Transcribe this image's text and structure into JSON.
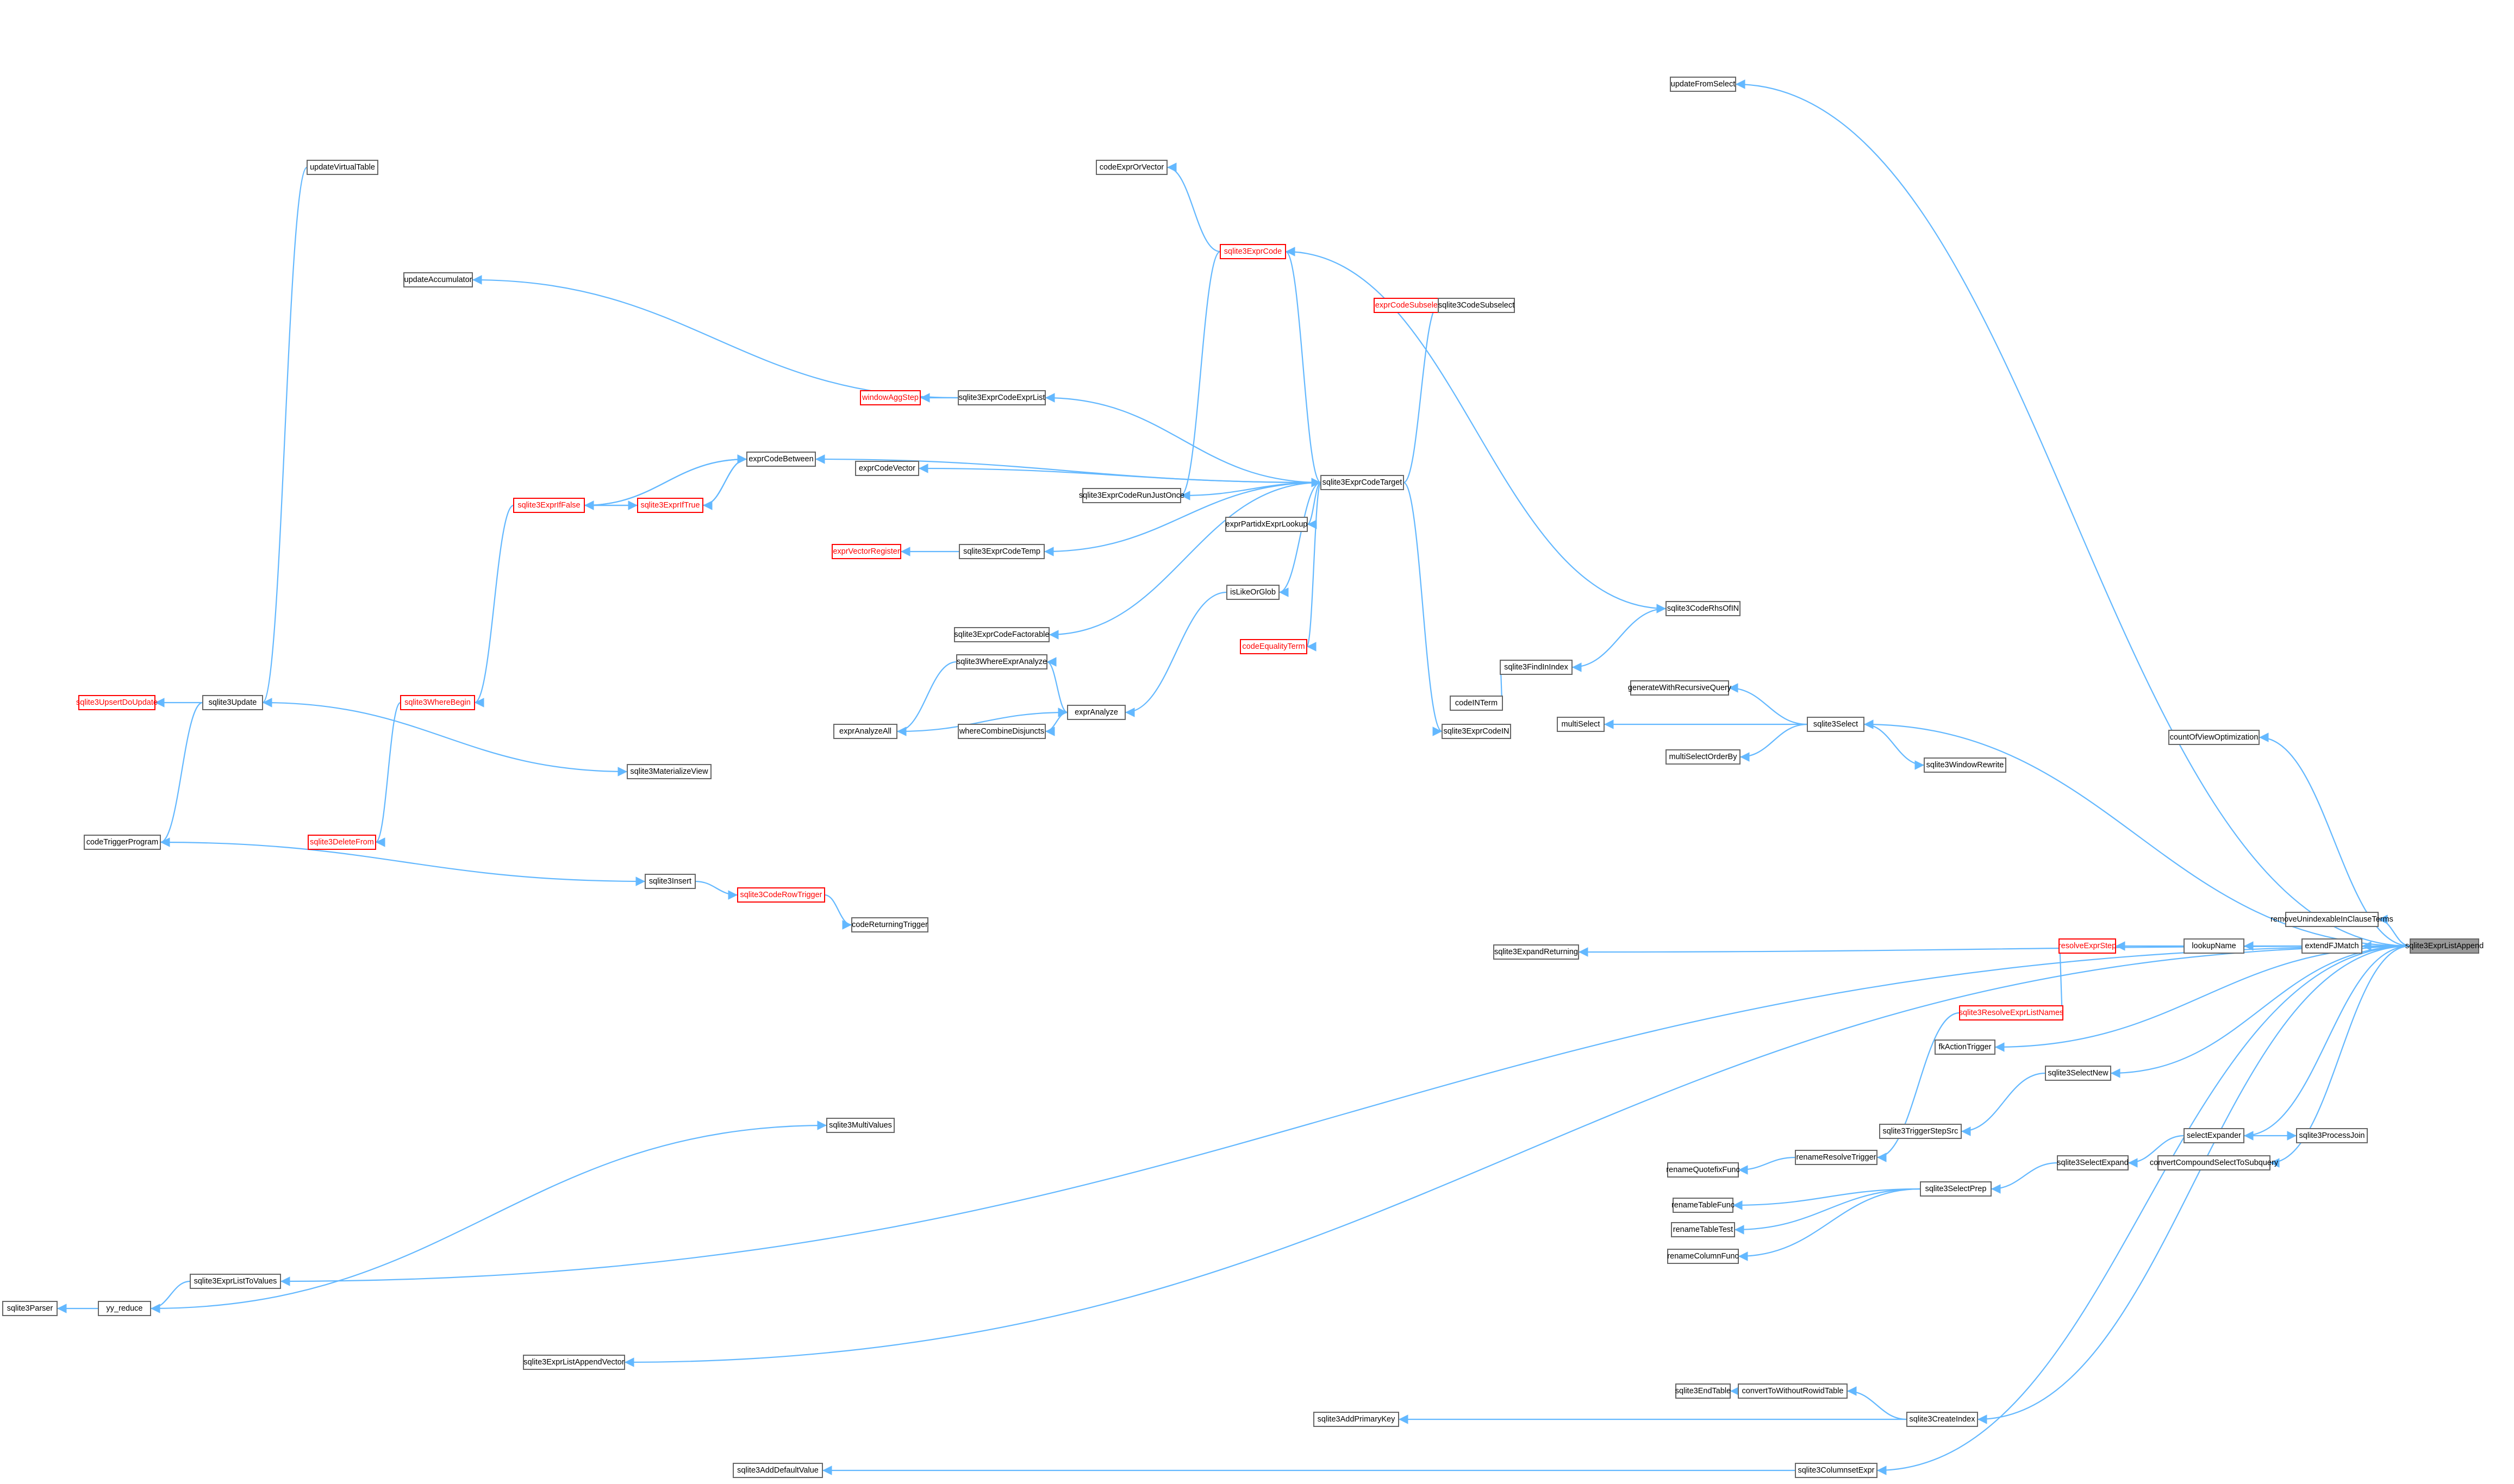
{
  "diagram": {
    "type": "call-graph",
    "nodes": [
      {
        "id": "n0",
        "label": "sqlite3ExprListAppend",
        "style": "focus"
      },
      {
        "id": "n1",
        "label": "updateFromSelect",
        "style": "normal"
      },
      {
        "id": "n2",
        "label": "updateVirtualTable",
        "style": "normal"
      },
      {
        "id": "n3",
        "label": "codeExprOrVector",
        "style": "normal"
      },
      {
        "id": "n4",
        "label": "sqlite3ExprCode",
        "style": "red"
      },
      {
        "id": "n5",
        "label": "updateAccumulator",
        "style": "normal"
      },
      {
        "id": "n6",
        "label": "exprCodeSubselect",
        "style": "red"
      },
      {
        "id": "n7",
        "label": "sqlite3CodeSubselect",
        "style": "normal"
      },
      {
        "id": "n8",
        "label": "windowAggStep",
        "style": "red"
      },
      {
        "id": "n9",
        "label": "sqlite3ExprCodeExprList",
        "style": "normal"
      },
      {
        "id": "n10",
        "label": "exprCodeBetween",
        "style": "normal"
      },
      {
        "id": "n11",
        "label": "exprCodeVector",
        "style": "normal"
      },
      {
        "id": "n12",
        "label": "sqlite3ExprCodeTarget",
        "style": "normal"
      },
      {
        "id": "n13",
        "label": "sqlite3ExprCodeRunJustOnce",
        "style": "normal"
      },
      {
        "id": "n14",
        "label": "sqlite3ExprIfFalse",
        "style": "red"
      },
      {
        "id": "n15",
        "label": "sqlite3ExprIfTrue",
        "style": "red"
      },
      {
        "id": "n16",
        "label": "exprPartidxExprLookup",
        "style": "normal"
      },
      {
        "id": "n17",
        "label": "exprVectorRegister",
        "style": "red"
      },
      {
        "id": "n18",
        "label": "sqlite3ExprCodeTemp",
        "style": "normal"
      },
      {
        "id": "n19",
        "label": "isLikeOrGlob",
        "style": "normal"
      },
      {
        "id": "n20",
        "label": "sqlite3CodeRhsOfIN",
        "style": "normal"
      },
      {
        "id": "n21",
        "label": "codeEqualityTerm",
        "style": "red"
      },
      {
        "id": "n22",
        "label": "sqlite3ExprCodeFactorable",
        "style": "normal"
      },
      {
        "id": "n23",
        "label": "sqlite3FindInIndex",
        "style": "normal"
      },
      {
        "id": "n24",
        "label": "sqlite3WhereExprAnalyze",
        "style": "normal"
      },
      {
        "id": "n25",
        "label": "codeINTerm",
        "style": "normal"
      },
      {
        "id": "n26",
        "label": "generateWithRecursiveQuery",
        "style": "normal"
      },
      {
        "id": "n27",
        "label": "sqlite3UpsertDoUpdate",
        "style": "red"
      },
      {
        "id": "n28",
        "label": "sqlite3Update",
        "style": "normal"
      },
      {
        "id": "n29",
        "label": "sqlite3WhereBegin",
        "style": "red"
      },
      {
        "id": "n30",
        "label": "exprAnalyze",
        "style": "normal"
      },
      {
        "id": "n31",
        "label": "multiSelect",
        "style": "normal"
      },
      {
        "id": "n32",
        "label": "sqlite3Select",
        "style": "normal"
      },
      {
        "id": "n33",
        "label": "exprAnalyzeAll",
        "style": "normal"
      },
      {
        "id": "n34",
        "label": "whereCombineDisjuncts",
        "style": "normal"
      },
      {
        "id": "n35",
        "label": "sqlite3ExprCodeIN",
        "style": "normal"
      },
      {
        "id": "n36",
        "label": "countOfViewOptimization",
        "style": "normal"
      },
      {
        "id": "n37",
        "label": "multiSelectOrderBy",
        "style": "normal"
      },
      {
        "id": "n38",
        "label": "sqlite3MaterializeView",
        "style": "normal"
      },
      {
        "id": "n39",
        "label": "sqlite3WindowRewrite",
        "style": "normal"
      },
      {
        "id": "n40",
        "label": "codeTriggerProgram",
        "style": "normal"
      },
      {
        "id": "n41",
        "label": "sqlite3DeleteFrom",
        "style": "red"
      },
      {
        "id": "n42",
        "label": "sqlite3Insert",
        "style": "normal"
      },
      {
        "id": "n43",
        "label": "sqlite3CodeRowTrigger",
        "style": "red"
      },
      {
        "id": "n44",
        "label": "codeReturningTrigger",
        "style": "normal"
      },
      {
        "id": "n45",
        "label": "removeUnindexableInClauseTerms",
        "style": "normal"
      },
      {
        "id": "n46",
        "label": "sqlite3ExpandReturning",
        "style": "normal"
      },
      {
        "id": "n47",
        "label": "resolveExprStep",
        "style": "red"
      },
      {
        "id": "n48",
        "label": "lookupName",
        "style": "normal"
      },
      {
        "id": "n49",
        "label": "extendFJMatch",
        "style": "normal"
      },
      {
        "id": "n50",
        "label": "sqlite3ResolveExprListNames",
        "style": "red"
      },
      {
        "id": "n51",
        "label": "fkActionTrigger",
        "style": "normal"
      },
      {
        "id": "n52",
        "label": "sqlite3SelectNew",
        "style": "normal"
      },
      {
        "id": "n53",
        "label": "sqlite3MultiValues",
        "style": "normal"
      },
      {
        "id": "n54",
        "label": "sqlite3TriggerStepSrc",
        "style": "normal"
      },
      {
        "id": "n55",
        "label": "renameResolveTrigger",
        "style": "normal"
      },
      {
        "id": "n56",
        "label": "selectExpander",
        "style": "normal"
      },
      {
        "id": "n57",
        "label": "sqlite3ProcessJoin",
        "style": "normal"
      },
      {
        "id": "n58",
        "label": "renameQuotefixFunc",
        "style": "normal"
      },
      {
        "id": "n59",
        "label": "sqlite3SelectExpand",
        "style": "normal"
      },
      {
        "id": "n60",
        "label": "convertCompoundSelectToSubquery",
        "style": "normal"
      },
      {
        "id": "n61",
        "label": "sqlite3SelectPrep",
        "style": "normal"
      },
      {
        "id": "n62",
        "label": "renameTableFunc",
        "style": "normal"
      },
      {
        "id": "n63",
        "label": "renameTableTest",
        "style": "normal"
      },
      {
        "id": "n64",
        "label": "renameColumnFunc",
        "style": "normal"
      },
      {
        "id": "n65",
        "label": "sqlite3ExprListToValues",
        "style": "normal"
      },
      {
        "id": "n66",
        "label": "sqlite3Parser",
        "style": "normal"
      },
      {
        "id": "n67",
        "label": "yy_reduce",
        "style": "normal"
      },
      {
        "id": "n68",
        "label": "sqlite3ExprListAppendVector",
        "style": "normal"
      },
      {
        "id": "n69",
        "label": "sqlite3EndTable",
        "style": "normal"
      },
      {
        "id": "n70",
        "label": "convertToWithoutRowidTable",
        "style": "normal"
      },
      {
        "id": "n71",
        "label": "sqlite3AddPrimaryKey",
        "style": "normal"
      },
      {
        "id": "n72",
        "label": "sqlite3CreateIndex",
        "style": "normal"
      },
      {
        "id": "n73",
        "label": "sqlite3AddDefaultValue",
        "style": "normal"
      },
      {
        "id": "n74",
        "label": "sqlite3ColumnsetExpr",
        "style": "normal"
      }
    ],
    "edges": [
      [
        "n1",
        "n0"
      ],
      [
        "n3",
        "n4"
      ],
      [
        "n4",
        "n12"
      ],
      [
        "n5",
        "n9"
      ],
      [
        "n6",
        "n7"
      ],
      [
        "n7",
        "n12"
      ],
      [
        "n8",
        "n9"
      ],
      [
        "n9",
        "n12"
      ],
      [
        "n10",
        "n14"
      ],
      [
        "n10",
        "n15"
      ],
      [
        "n10",
        "n12"
      ],
      [
        "n11",
        "n12"
      ],
      [
        "n12",
        "n13"
      ],
      [
        "n13",
        "n4"
      ],
      [
        "n14",
        "n10"
      ],
      [
        "n14",
        "n15"
      ],
      [
        "n15",
        "n14"
      ],
      [
        "n15",
        "n10"
      ],
      [
        "n16",
        "n12"
      ],
      [
        "n17",
        "n18"
      ],
      [
        "n18",
        "n12"
      ],
      [
        "n19",
        "n12"
      ],
      [
        "n20",
        "n4"
      ],
      [
        "n21",
        "n12"
      ],
      [
        "n22",
        "n12"
      ],
      [
        "n23",
        "n20"
      ],
      [
        "n24",
        "n30"
      ],
      [
        "n25",
        "n23"
      ],
      [
        "n26",
        "n32"
      ],
      [
        "n27",
        "n28"
      ],
      [
        "n28",
        "n2"
      ],
      [
        "n29",
        "n14"
      ],
      [
        "n30",
        "n19"
      ],
      [
        "n30",
        "n33"
      ],
      [
        "n31",
        "n32"
      ],
      [
        "n32",
        "n0"
      ],
      [
        "n33",
        "n24"
      ],
      [
        "n34",
        "n30"
      ],
      [
        "n35",
        "n12"
      ],
      [
        "n36",
        "n0"
      ],
      [
        "n37",
        "n32"
      ],
      [
        "n38",
        "n28"
      ],
      [
        "n39",
        "n32"
      ],
      [
        "n40",
        "n28"
      ],
      [
        "n41",
        "n29"
      ],
      [
        "n42",
        "n40"
      ],
      [
        "n43",
        "n42"
      ],
      [
        "n44",
        "n43"
      ],
      [
        "n45",
        "n0"
      ],
      [
        "n46",
        "n0"
      ],
      [
        "n47",
        "n48"
      ],
      [
        "n48",
        "n49"
      ],
      [
        "n49",
        "n0"
      ],
      [
        "n50",
        "n47"
      ],
      [
        "n51",
        "n0"
      ],
      [
        "n52",
        "n0"
      ],
      [
        "n53",
        "n67"
      ],
      [
        "n54",
        "n52"
      ],
      [
        "n55",
        "n50"
      ],
      [
        "n56",
        "n0"
      ],
      [
        "n57",
        "n56"
      ],
      [
        "n58",
        "n55"
      ],
      [
        "n59",
        "n56"
      ],
      [
        "n60",
        "n0"
      ],
      [
        "n61",
        "n59"
      ],
      [
        "n62",
        "n61"
      ],
      [
        "n63",
        "n61"
      ],
      [
        "n64",
        "n61"
      ],
      [
        "n65",
        "n0"
      ],
      [
        "n66",
        "n67"
      ],
      [
        "n67",
        "n65"
      ],
      [
        "n68",
        "n0"
      ],
      [
        "n69",
        "n70"
      ],
      [
        "n70",
        "n72"
      ],
      [
        "n71",
        "n72"
      ],
      [
        "n72",
        "n0"
      ],
      [
        "n73",
        "n74"
      ],
      [
        "n74",
        "n0"
      ]
    ]
  }
}
